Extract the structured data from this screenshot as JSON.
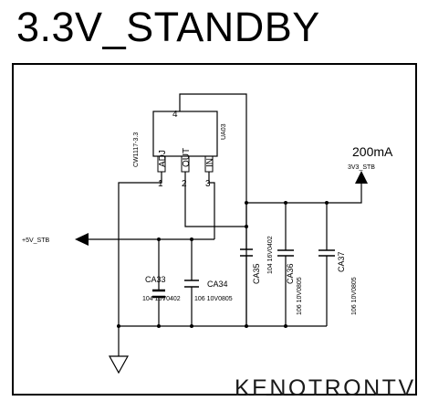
{
  "title": "3.3V_STANDBY",
  "watermark": "KENOTRONTV",
  "regulator": {
    "part": "CW1117-3.3",
    "ref": "UA03",
    "pin_labels": [
      "ADJ",
      "OUT",
      "IN"
    ],
    "pin_numbers": [
      "1",
      "2",
      "3"
    ],
    "tab_pin": "4"
  },
  "nets": {
    "input": "+5V_STB",
    "output": "3V3_STB",
    "current": "200mA"
  },
  "capacitors": [
    {
      "ref": "CA33",
      "value": "104 16V0402"
    },
    {
      "ref": "CA34",
      "value": "106 10V0805"
    },
    {
      "ref": "CA35",
      "value": "104 16V0402"
    },
    {
      "ref": "CA36",
      "value": "106 10V0805"
    },
    {
      "ref": "CA37",
      "value": "106 10V0805"
    }
  ]
}
